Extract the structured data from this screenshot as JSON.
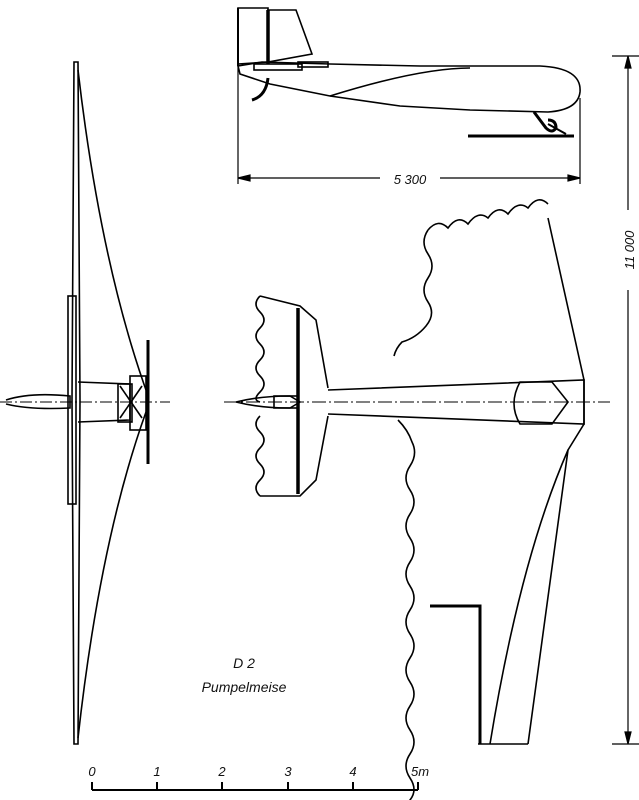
{
  "aircraft": {
    "designation": "D 2",
    "name": "Pumpelmeise"
  },
  "dimensions": {
    "length": "5 300",
    "span": "11 000"
  },
  "scale_bar": {
    "ticks": [
      "0",
      "1",
      "2",
      "3",
      "4",
      "5m"
    ]
  }
}
